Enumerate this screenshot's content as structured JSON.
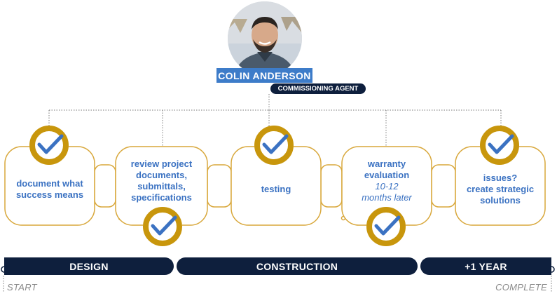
{
  "person": {
    "name": "COLIN ANDERSON",
    "role": "COMMISSIONING AGENT"
  },
  "steps": [
    {
      "lines": [
        "document what",
        "success means"
      ],
      "sub": []
    },
    {
      "lines": [
        "review project",
        "documents,",
        "submittals,",
        "specifications"
      ],
      "sub": []
    },
    {
      "lines": [
        "testing"
      ],
      "sub": []
    },
    {
      "lines": [
        "warranty",
        "evaluation"
      ],
      "sub": [
        "10-12",
        "months later"
      ]
    },
    {
      "lines": [
        "issues?",
        "create strategic",
        "solutions"
      ],
      "sub": []
    }
  ],
  "phases": [
    "DESIGN",
    "CONSTRUCTION",
    "+1 YEAR"
  ],
  "timeline": {
    "start": "START",
    "end": "COMPLETE"
  },
  "icons": [
    "checkmark-circle-icon"
  ],
  "colors": {
    "card_outline": "#d8a73a",
    "text_blue": "#3b72c2",
    "name_bg": "#3d7cc9",
    "navy": "#0e1f3d",
    "check_ring": "#c8960c"
  }
}
